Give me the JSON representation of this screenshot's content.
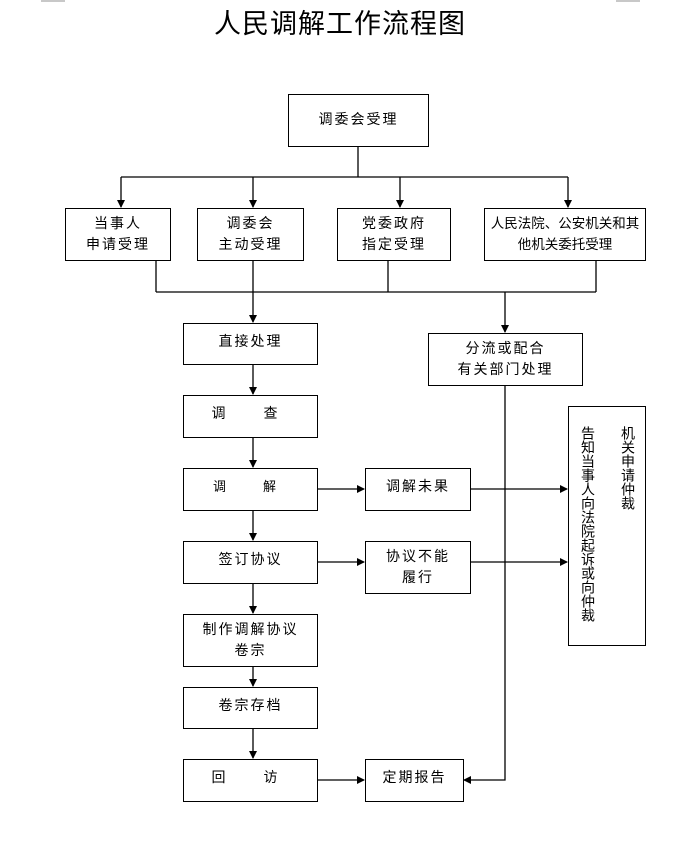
{
  "title": "人民调解工作流程图",
  "nodes": {
    "accept": "调委会受理",
    "party_line1": "当事人",
    "party_line2": "申请受理",
    "committee_line1": "调委会",
    "committee_line2": "主动受理",
    "party_gov_line1": "党委政府",
    "party_gov_line2": "指定受理",
    "court_line1": "人民法院、公安机关和其",
    "court_line2": "他机关委托受理",
    "direct": "直接处理",
    "divert_line1": "分流或配合",
    "divert_line2": "有关部门处理",
    "investigate": "调　查",
    "mediate": "调　解",
    "mediate_failed": "调解未果",
    "sign": "签订协议",
    "not_fulfilled_line1": "协议不能",
    "not_fulfilled_line2": "履行",
    "file_line1": "制作调解协议",
    "file_line2": "卷宗",
    "archive": "卷宗存档",
    "revisit": "回　访",
    "report": "定期报告",
    "lawsuit": "告知当事人向法院起诉或向仲裁机关申请仲裁"
  },
  "edges": [
    [
      "accept",
      "party"
    ],
    [
      "accept",
      "committee"
    ],
    [
      "accept",
      "party_gov"
    ],
    [
      "accept",
      "court"
    ],
    [
      "intake",
      "direct"
    ],
    [
      "intake",
      "divert"
    ],
    [
      "direct",
      "investigate"
    ],
    [
      "investigate",
      "mediate"
    ],
    [
      "mediate",
      "mediate_failed"
    ],
    [
      "mediate_failed",
      "lawsuit"
    ],
    [
      "mediate",
      "sign"
    ],
    [
      "sign",
      "not_fulfilled"
    ],
    [
      "not_fulfilled",
      "lawsuit"
    ],
    [
      "sign",
      "file"
    ],
    [
      "file",
      "archive"
    ],
    [
      "archive",
      "revisit"
    ],
    [
      "revisit",
      "report"
    ],
    [
      "divert",
      "report"
    ]
  ]
}
